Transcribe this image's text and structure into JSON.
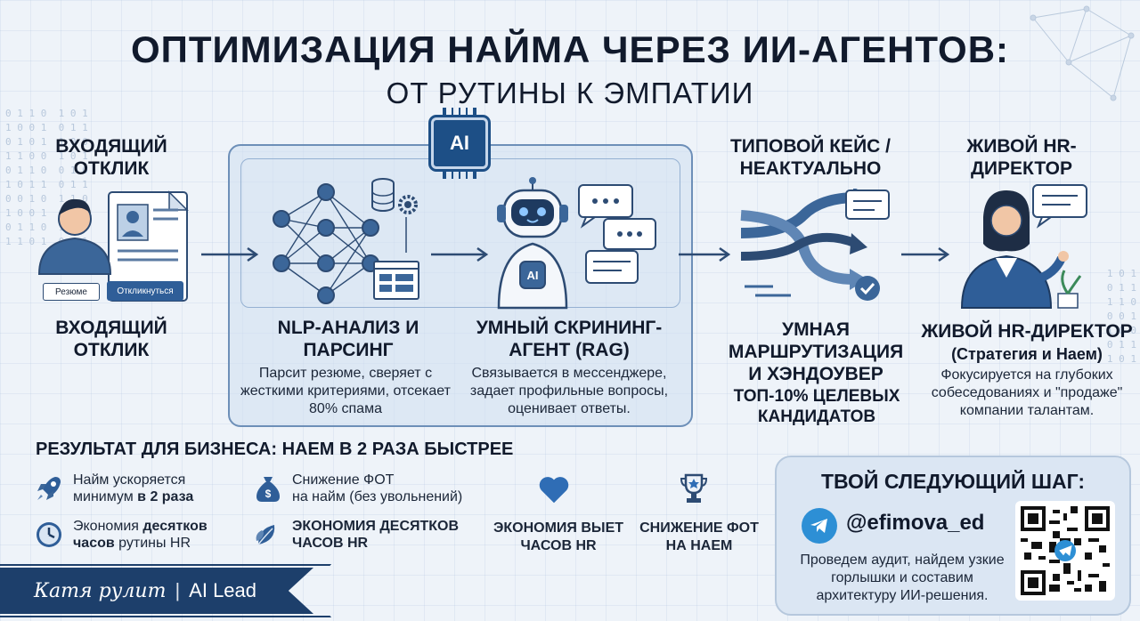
{
  "header": {
    "title": "ОПТИМИЗАЦИЯ НАЙМА ЧЕРЕЗ ИИ-АГЕНТОВ:",
    "subtitle": "ОТ РУТИНЫ К ЭМПАТИИ"
  },
  "ai_badge": "AI",
  "stages": {
    "incoming": {
      "top_label": "ВХОДЯЩИЙ ОТКЛИК",
      "title": "ВХОДЯЩИЙ ОТКЛИК",
      "resume_button": "Резюме",
      "respond_button": "Откликнуться"
    },
    "nlp": {
      "title": "NLP-АНАЛИЗ И ПАРСИНГ",
      "description": "Парсит резюме, сверяет с жесткими критериями, отсекает 80% спама"
    },
    "agent": {
      "title": "УМНЫЙ СКРИНИНГ-АГЕНТ (RAG)",
      "description": "Связывается в мессенджере, задает профильные вопросы, оценивает ответы.",
      "robot_badge": "AI"
    },
    "routing": {
      "top_label": "ТИПОВОЙ КЕЙС / НЕАКТУАЛЬНО",
      "title": "УМНАЯ МАРШРУТИЗАЦИЯ И ХЭНДОУВЕР",
      "subtitle": "ТОП-10% ЦЕЛЕВЫХ КАНДИДАТОВ"
    },
    "director": {
      "top_label": "ЖИВОЙ HR-ДИРЕКТОР",
      "title": "ЖИВОЙ HR-ДИРЕКТОР",
      "title_sub": "(Стратегия и Наем)",
      "description": "Фокусируется на глубоких собеседованиях и \"продаже\" компании талантам."
    }
  },
  "results": {
    "title": "РЕЗУЛЬТАТ ДЛЯ БИЗНЕСА: НАЕМ В 2 РАЗА БЫСТРЕЕ",
    "item1_a": "Найм ускоряется",
    "item1_b": "минимум ",
    "item1_c": "в 2 раза",
    "item2_a": "Снижение ФОТ",
    "item2_b": "на найм (без увольнений)",
    "item3_a": "Экономия ",
    "item3_b": "десятков",
    "item3_c": "часов",
    "item3_d": " рутины HR",
    "item4": "ЭКОНОМИЯ ДЕСЯТКОВ ЧАСОВ HR",
    "item5": "ЭКОНОМИЯ ВЫЕТ ЧАСОВ HR",
    "item6": "СНИЖЕНИЕ ФОТ НА НАЕМ"
  },
  "next_step": {
    "title": "ТВОЙ СЛЕДУЮЩИЙ ШАГ:",
    "handle": "@efimova_ed",
    "description": "Проведем аудит, найдем узкие горлышки и составим архитектуру ИИ-решения."
  },
  "brand": {
    "script": "Катя рулит",
    "separator": "|",
    "lead": "AI Lead"
  },
  "colors": {
    "navy": "#1d3f6b",
    "accent": "#2f6db5",
    "telegram": "#2d8fd5"
  }
}
